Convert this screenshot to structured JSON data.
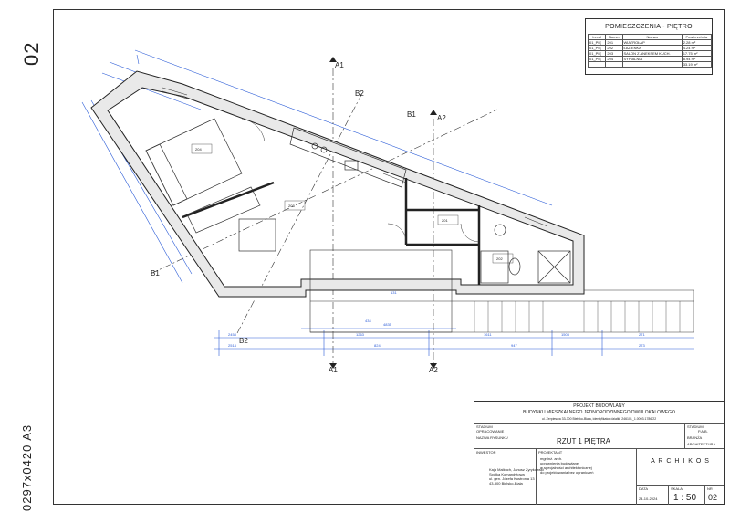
{
  "sheet": {
    "number": "02",
    "format": "0297x0420 A3"
  },
  "room_table": {
    "title": "POMIESZCZENIA - PIĘTRO",
    "headers": [
      "Level",
      "Numer",
      "Nazwa",
      "Powierzchnia"
    ],
    "rows": [
      [
        "01_PIĘ",
        "201",
        "WIATROŁAP",
        "2.28 m²"
      ],
      [
        "01_PIĘ",
        "202",
        "ŁAZIENKA",
        "4.24 m²"
      ],
      [
        "01_PIĘ",
        "203",
        "SALON Z ANEKSEM KUCH.",
        "17.75 m²"
      ],
      [
        "01_PIĘ",
        "204",
        "SYPIALNIA",
        "8.94 m²"
      ],
      [
        "",
        "",
        "",
        "33.19 m²"
      ]
    ]
  },
  "plan": {
    "sections": [
      "A1",
      "A2",
      "B1",
      "B2"
    ],
    "room_labels": [
      "204",
      "203",
      "201",
      "202"
    ],
    "dims_bottom_1": [
      "2458",
      "1263",
      "1611",
      "1503",
      "271"
    ],
    "dims_bottom_2": [
      "2514",
      "824",
      "947",
      "273"
    ],
    "dims_mid": [
      "131",
      "434",
      "4835"
    ]
  },
  "title_block": {
    "project_heading": "PROJEKT BUDOWLANY",
    "project_title": "BUDYNKU MIESZKALNEGO JEDNORODZINNEGO DWULOKALOWEGO",
    "address": "ul. Źerpieswa 33-300 Bielsko-Biała, identyfikator działki: 246101_1.0003.1786/22",
    "stage_label": "STADIUM",
    "stage_sub": "OPRACOWANIE",
    "stage_code": "P.A.B.",
    "branch_label": "BRANŻA",
    "branch": "ARCHITEKTURA",
    "drawing_label": "NAZWA RYSUNKU",
    "drawing_title": "RZUT 1 PIĘTRA",
    "investor_label": "INWESTOR",
    "investor": [
      "Kaja Malkuch, Janusz Żyrykowski",
      "Spółka Komandytowa",
      "ul. gen. Józefa Kustronia 13",
      "43-300 Bielsko-Biała"
    ],
    "designer_label": "PROJEKTANT",
    "designer": [
      "mgr inż. arch.",
      "uprawnienia budowlane",
      "w specjalności architektonicznej",
      "do projektowania bez ograniczeń"
    ],
    "company": "A R C H I K O S",
    "date_label": "DATA",
    "date": "24-10-2024",
    "scale_label": "SKALA",
    "scale": "1 : 50",
    "num_label": "NR",
    "num": "02"
  }
}
